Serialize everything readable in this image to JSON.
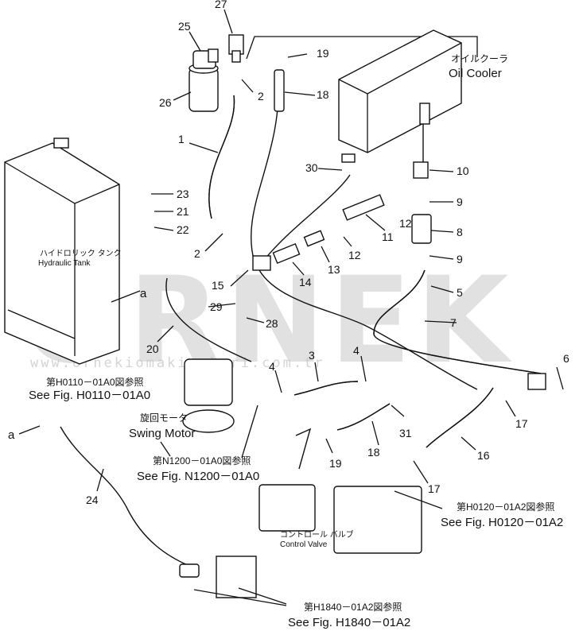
{
  "watermark": {
    "brand": "ORNEK",
    "url": "www.ornekiomakinalari.com.tr"
  },
  "components": {
    "hydraulic_tank": {
      "jp": "ハイドロリック タンク",
      "en": "Hydraulic Tank"
    },
    "oil_cooler": {
      "jp": "オイルクーラ",
      "en": "Oil Cooler"
    },
    "swing_motor": {
      "jp": "旋回モータ",
      "en": "Swing Motor"
    },
    "control_valve": {
      "jp": "コントロール バルブ",
      "en": "Control Valve"
    }
  },
  "references": {
    "h0110": {
      "jp": "第H0110－01A0図参照",
      "en": "See Fig. H0110－01A0"
    },
    "n1200": {
      "jp": "第N1200－01A0図参照",
      "en": "See Fig. N1200－01A0"
    },
    "h0120": {
      "jp": "第H0120－01A2図参照",
      "en": "See Fig. H0120－01A2"
    },
    "h1840": {
      "jp": "第H1840－01A2図参照",
      "en": "See Fig. H1840－01A2"
    }
  },
  "connector_labels": {
    "a_tank": "a",
    "a_left": "a"
  },
  "part_numbers": {
    "p1": "1",
    "p2a": "2",
    "p2b": "2",
    "p3": "3",
    "p4a": "4",
    "p4b": "4",
    "p5": "5",
    "p6": "6",
    "p7": "7",
    "p8": "8",
    "p9a": "9",
    "p9b": "9",
    "p10": "10",
    "p11": "11",
    "p12a": "12",
    "p12b": "12",
    "p13": "13",
    "p14": "14",
    "p15": "15",
    "p16": "16",
    "p17a": "17",
    "p17b": "17",
    "p18a": "18",
    "p18b": "18",
    "p19a": "19",
    "p19b": "19",
    "p20": "20",
    "p21": "21",
    "p22": "22",
    "p23": "23",
    "p24": "24",
    "p25": "25",
    "p26": "26",
    "p27": "27",
    "p28": "28",
    "p29": "29",
    "p30": "30",
    "p31": "31"
  }
}
